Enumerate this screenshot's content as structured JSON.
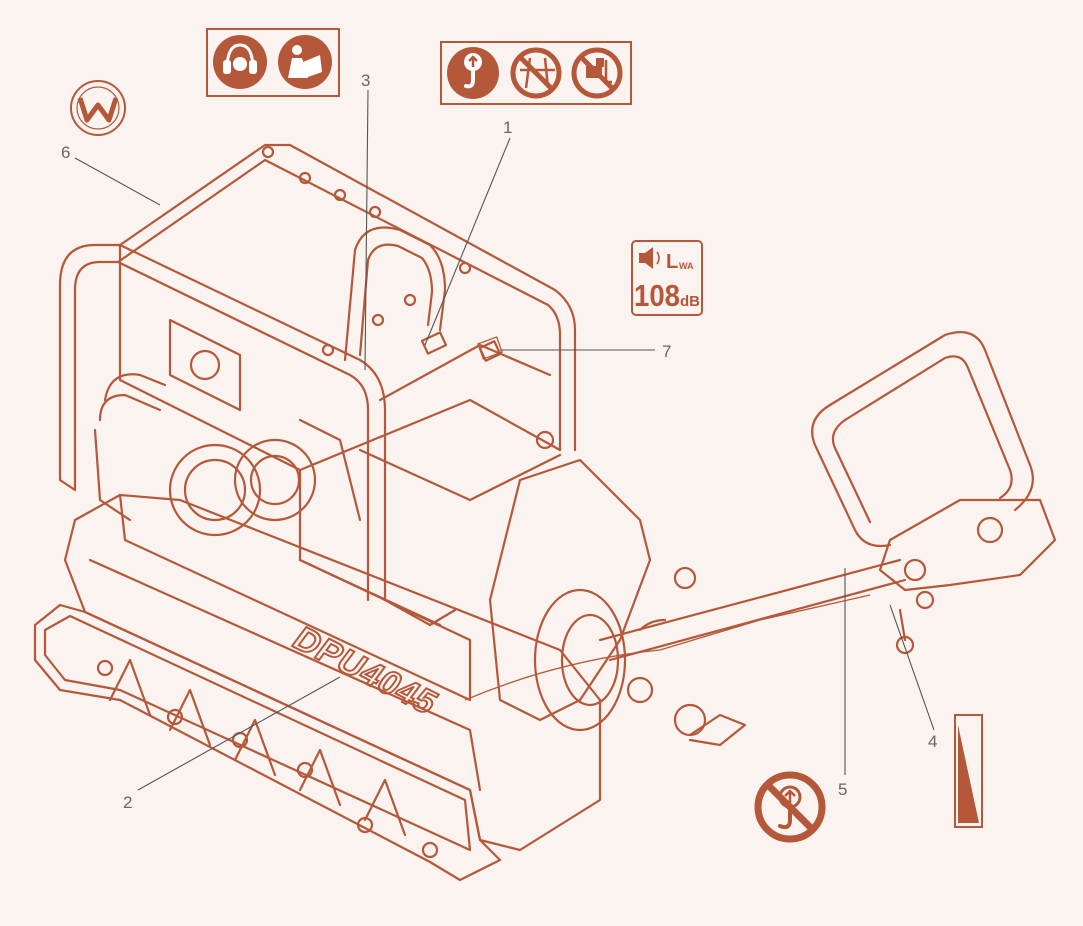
{
  "diagram": {
    "colors": {
      "line": "#b5583a",
      "leader": "#555555",
      "background": "#fbf3ef"
    },
    "model_name": "DPU4045",
    "callouts": [
      {
        "number": "1"
      },
      {
        "number": "2"
      },
      {
        "number": "3"
      },
      {
        "number": "4"
      },
      {
        "number": "5"
      },
      {
        "number": "6"
      },
      {
        "number": "7"
      }
    ],
    "decals": {
      "ppe": {
        "icons": [
          "ear-protection-icon",
          "read-manual-icon"
        ]
      },
      "lifting": {
        "icons": [
          "lifting-point-icon",
          "no-standing-under-icon",
          "no-forklift-icon"
        ]
      },
      "sound_power": {
        "label": "L",
        "subscript": "WA",
        "value": "108",
        "unit": "dB",
        "icon": "speaker-icon"
      },
      "no_lift": {
        "icon": "no-lifting-hook-icon"
      },
      "manufacturer_logo": {
        "icon": "w-logo-icon"
      },
      "vertical_tag": {
        "icon": "wedge-scale-icon"
      }
    }
  }
}
